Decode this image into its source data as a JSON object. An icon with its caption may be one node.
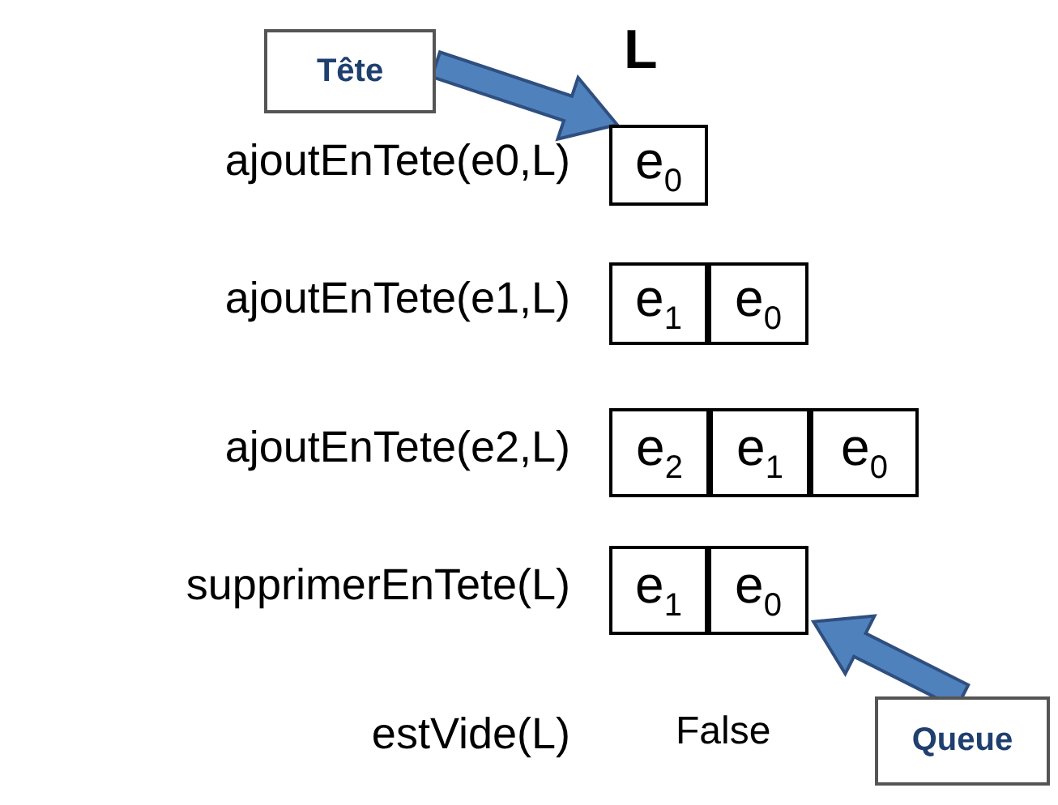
{
  "diagram": {
    "nodes": [
      {
        "text": [
          "Tête"
        ]
      },
      {
        "text": [
          "e$_{0}$"
        ]
      },
      {
        "text": [
          "e$_{1}$"
        ]
      },
      {
        "text": [
          "e$_{0}$"
        ]
      },
      {
        "text": [
          "e$_{2}$"
        ]
      },
      {
        "text": [
          "e$_{1}$"
        ]
      },
      {
        "text": [
          "e$_{0}$"
        ]
      },
      {
        "text": [
          "e$_{1}$"
        ]
      },
      {
        "text": [
          "e$_{0}$"
        ]
      },
      {
        "text": [
          "Queue"
        ]
      }
    ],
    "edges": [
      {
        "from": 0,
        "to": 1,
        "arrow": "to"
      },
      {
        "from": 9,
        "to": 8,
        "arrow": "to"
      }
    ],
    "labels": [
      "L",
      "ajoutEnTete(e0,L)",
      "ajoutEnTete(e1,L)",
      "ajoutEnTete(e2,L)",
      "supprimerEnTete(L)",
      "estVide(L)",
      "False"
    ]
  }
}
